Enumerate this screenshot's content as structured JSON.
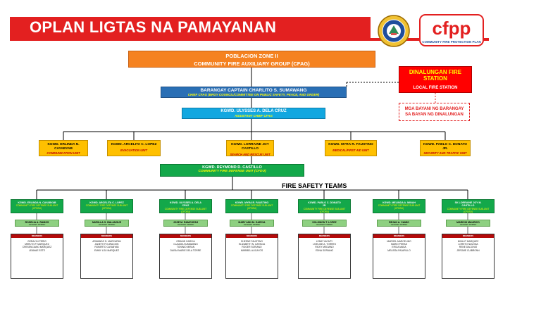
{
  "header": {
    "title": "OPLAN LIGTAS NA PAMAYANAN",
    "logo_text": "cfpp",
    "logo_subtext": "COMMUNITY FIRE PROTECTION PLAN",
    "accent_color": "#e32020"
  },
  "org": {
    "line1": "POBLACION ZONE II",
    "line2": "COMMUNITY FIRE AUXILIARY GROUP (CFAG)"
  },
  "station": {
    "name_line1": "DINALUNGAN FIRE",
    "name_line2": "STATION",
    "local": "LOCAL FIRE STATION"
  },
  "bayani": {
    "line1": "MGA BAYANI NG BARANGAY",
    "line2": "SA BAYAN NG DINALUNGAN"
  },
  "captain": {
    "name": "BARANGAY CAPTAIN CHARLITO S. SUMAWANG",
    "role": "CHIEF CFAG (BRGY COUNCIL/COMMITTEE ON PUBLIC SAFETY, PEACE, AND ORDER)"
  },
  "assistant": {
    "name": "KGWD. ULYSSES A. DELA CRUZ",
    "role": "ASSISTANT CHIEF CFAG"
  },
  "units": [
    {
      "name_line1": "KGWD. ERLINDA N.",
      "name_line2": "CAYABYAB",
      "role": "COMMUNICATION UNIT"
    },
    {
      "name_line1": "KGWD. ARCELITA C. LOPEZ",
      "name_line2": "",
      "role": "EVACUATION UNIT"
    },
    {
      "name_line1": "KGWD. LORRAINE JOY CASTILLO",
      "name_line2": "",
      "role": "SEARCH AND RESCUE UNIT"
    },
    {
      "name_line1": "KGWD. MYRA R. FAUSTINO",
      "name_line2": "",
      "role": "MEDICAL/FIRST AID UNIT"
    },
    {
      "name_line1": "KGWD. PABLO C. DONATO",
      "name_line2": "JR.",
      "role": "SECURITY AND TRAFFIC UNIT"
    }
  ],
  "cfdu": {
    "name": "KGWD. REYMOND D. CASTILLO",
    "role": "COMMUNITY FIRE DEFENSE UNIT (CFDU)"
  },
  "fire_safety_title": "FIRE SAFETY TEAMS",
  "teams": [
    {
      "head_line1": "KGWD. ERLINDA N. CAYABYAB",
      "head_line2": "",
      "unit": "COMMUNITY FIRE DEFENSE SUB-UNIT (CFDSU)",
      "asst": "ROSELIA A. RAMOS",
      "asst_role": "Assistant CFDSU",
      "members_label": "MEMBERS",
      "members": [
        "GERALYN PERIG",
        "MERLYN P. MARQUEZ",
        "CRESENCIANO MARQUEZ",
        "LEAMAE ESTE"
      ]
    },
    {
      "head_line1": "KGWD. ARCELITA C. LOPEZ",
      "head_line2": "",
      "unit": "COMMUNITY FIRE DEFENSE SUB-UNIT (CFDSU)",
      "asst": "MURILLA G. BALANGUE",
      "asst_role": "Assistant CFDSU",
      "members_label": "MEMBERS",
      "members": [
        "ARMANDO D. MARCAPAN",
        "JANETH FOLIRACION",
        "ROBERTO CAYABYAB",
        "EMMY LOU MARQUEZ"
      ]
    },
    {
      "head_line1": "KGWD. ULYSSES A. DELA",
      "head_line2": "CRUZ",
      "unit": "COMMUNITY FIRE DEFENSE SUB-UNIT (CFDSU)",
      "asst": "JOSE M. RAMCOPAS",
      "asst_role": "Assistant CFDSU",
      "members_label": "MEMBERS",
      "members": [
        "GRAIND GARCIA",
        "CLAUDIA SUMAWANG",
        "TONINIO MIRAN",
        "DAISIA MARIE DELA TORRE"
      ]
    },
    {
      "head_line1": "KGWD. MYRA R. FAUSTINO",
      "head_line2": "",
      "unit": "COMMUNITY FIRE DEFENSE SUB-UNIT (CFDSU)",
      "asst": "MARY ANN M. GARCIA",
      "asst_role": "Assistant CFDSU",
      "members_label": "MEMBERS",
      "members": [
        "SHEENE FAUSTINO",
        "ELIZABETH N. CAPACIA",
        "ROGER SORIANO",
        "MARIBEL ALICAYOS"
      ]
    },
    {
      "head_line1": "KGWD. PABLO C. DONATO",
      "head_line2": "JR.",
      "unit": "COMMUNITY FIRE DEFENSE SUB-UNIT (CFDSU)",
      "asst": "SOLOMON T. LOPEZ",
      "asst_role": "Assistant CFDSU",
      "members_label": "MEMBERS",
      "members": [
        "LENIE YACAPY",
        "LIVELINE A. TORRES",
        "RICKY MEDIANO",
        "EDNA SORIANO"
      ]
    },
    {
      "head_line1": "KGWD. MELINDA A. MINAH",
      "head_line2": "",
      "unit": "COMMUNITY FIRE DEFENSE SUB-UNIT (CFDSU)",
      "asst": "REJAN A. CAMIO",
      "asst_role": "Assistant CFDSU",
      "members_label": "MEMBERS",
      "members": [
        "MARGEL MARCELINO",
        "MARIO PERAS",
        "ERICA MASA",
        "MELISSA PAJARILLO"
      ]
    },
    {
      "head_line1": "SK LORRAINE JOY M.",
      "head_line2": "CASTILLO",
      "unit": "COMMUNITY FIRE DEFENSE SUB-UNIT (CFDSU)",
      "asst": "MARICHI MAURICO",
      "asst_role": "Assistant CFDSU",
      "members_label": "MEMBERS",
      "members": [
        "NIZALIT MARQUEZ",
        "LORETO NAVONA",
        "RENE DACONIO",
        "JEROME CUIBRONN"
      ]
    }
  ]
}
